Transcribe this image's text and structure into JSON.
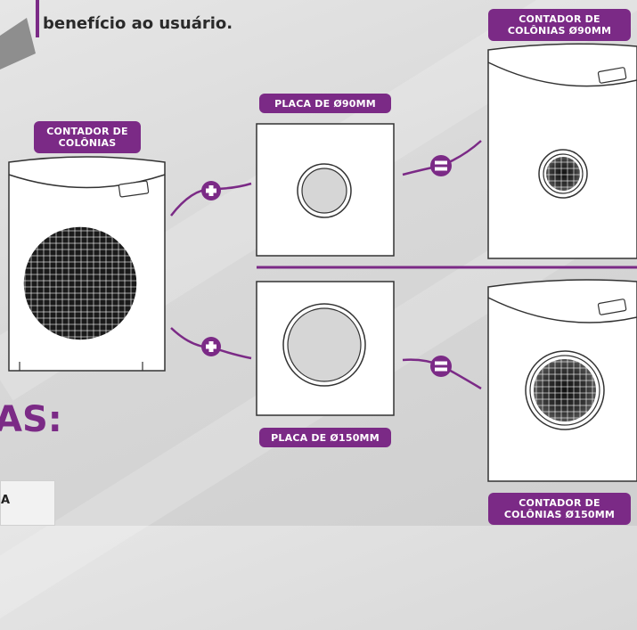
{
  "heading_text": "benefício ao usuário.",
  "big_partial_text": "AS:",
  "bottom_partial_text": "A",
  "labels": {
    "colony_counter": "CONTADOR DE\nCOLÔNIAS",
    "plate_90": "PLACA DE Ø90MM",
    "plate_150": "PLACA DE Ø150MM",
    "counter_90": "CONTADOR DE\nCOLÔNIAS Ø90MM",
    "counter_150": "CONTADOR DE\nCOLÔNIAS Ø150MM"
  },
  "colors": {
    "accent": "#7b2a86",
    "background": "#dcdcdc"
  },
  "icons": [
    "plus-icon",
    "equals-icon"
  ]
}
